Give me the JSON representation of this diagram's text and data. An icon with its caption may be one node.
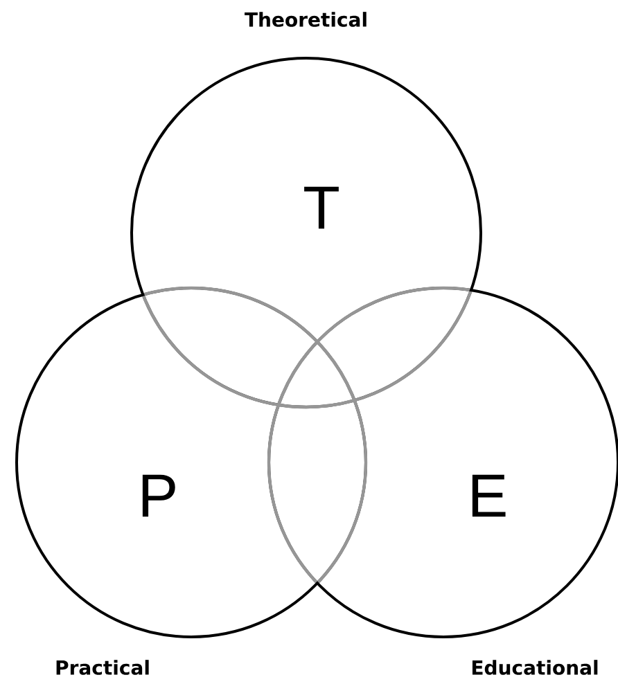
{
  "diagram": {
    "nodes": [
      {
        "text": [
          "T"
        ],
        "beside": [
          "Theoretical"
        ]
      },
      {
        "text": [
          "P"
        ],
        "beside": [
          "Practical"
        ]
      },
      {
        "text": [
          "E"
        ],
        "beside": [
          "Educational"
        ]
      }
    ]
  }
}
